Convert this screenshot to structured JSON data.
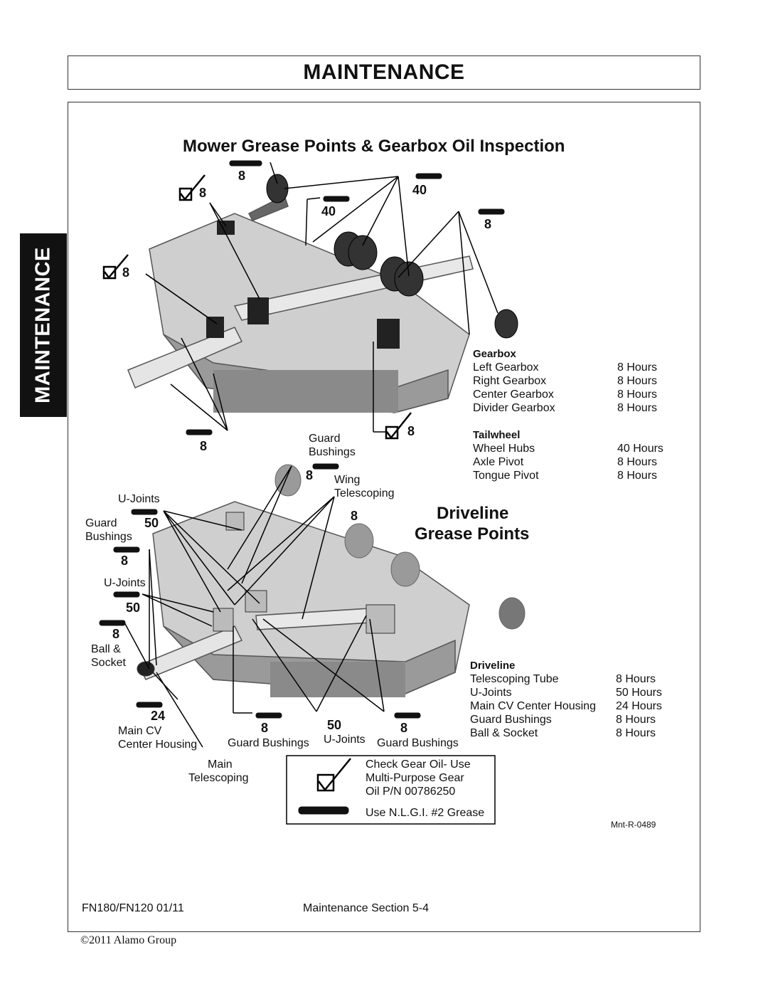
{
  "header": {
    "title": "MAINTENANCE"
  },
  "side_tab": {
    "label": "MAINTENANCE"
  },
  "diagram": {
    "title": "Mower Grease Points & Gearbox Oil Inspection",
    "interval_labels": {
      "top_a": "8",
      "top_b": "8",
      "top_c": "40",
      "top_d": "40",
      "top_e": "8",
      "left": "8",
      "bottom_left": "8",
      "bottom_right": "8"
    },
    "callouts": {
      "guard_bushings_a": "Guard",
      "guard_bushings_b": "Bushings",
      "wing_a": "Wing",
      "wing_b": "Telescoping",
      "wing_val": "8",
      "ujoints_top": "U-Joints",
      "guard_left_a": "Guard",
      "guard_left_b": "Bushings",
      "val_50a": "50",
      "val_8a": "8",
      "ujoints_mid": "U-Joints",
      "val_50b": "50",
      "val_8b": "8",
      "ball_a": "Ball &",
      "ball_b": "Socket",
      "val_24": "24",
      "main_cv_a": "Main CV",
      "main_cv_b": "Center Housing",
      "val_8c": "8",
      "guard_bottom_1": "Guard Bushings",
      "val_50c": "50",
      "ujoints_bottom": "U-Joints",
      "val_8d": "8",
      "guard_bottom_2": "Guard Bushings",
      "main_tel_a": "Main",
      "main_tel_b": "Telescoping",
      "val_8_driveline_top": "8"
    },
    "driveline_heading": [
      "Driveline",
      "Grease Points"
    ],
    "gearbox_table": {
      "heading": "Gearbox",
      "rows": [
        {
          "item": "Left Gearbox",
          "interval": "8 Hours"
        },
        {
          "item": "Right Gearbox",
          "interval": "8 Hours"
        },
        {
          "item": "Center Gearbox",
          "interval": "8 Hours"
        },
        {
          "item": "Divider Gearbox",
          "interval": "8 Hours"
        }
      ]
    },
    "tailwheel_table": {
      "heading": "Tailwheel",
      "rows": [
        {
          "item": "Wheel Hubs",
          "interval": "40 Hours"
        },
        {
          "item": "Axle Pivot",
          "interval": "8 Hours"
        },
        {
          "item": "Tongue Pivot",
          "interval": "8 Hours"
        }
      ]
    },
    "driveline_table": {
      "heading": "Driveline",
      "rows": [
        {
          "item": "Telescoping Tube",
          "interval": "8   Hours"
        },
        {
          "item": "U-Joints",
          "interval": "50 Hours"
        },
        {
          "item": "Main CV Center Housing",
          "interval": "24 Hours"
        },
        {
          "item": "Guard Bushings",
          "interval": "8   Hours"
        },
        {
          "item": "Ball & Socket",
          "interval": "8   Hours"
        }
      ]
    },
    "legend": {
      "check_line_1": "Check Gear Oil- Use",
      "check_line_2": "Multi-Purpose Gear",
      "check_line_3": "Oil P/N 00786250",
      "grease_line": "Use N.L.G.I. #2 Grease"
    },
    "figure_id": "Mnt-R-0489"
  },
  "footer": {
    "model_date": "FN180/FN120   01/11",
    "section": "Maintenance Section 5-4",
    "copyright": "©2011 Alamo Group"
  }
}
